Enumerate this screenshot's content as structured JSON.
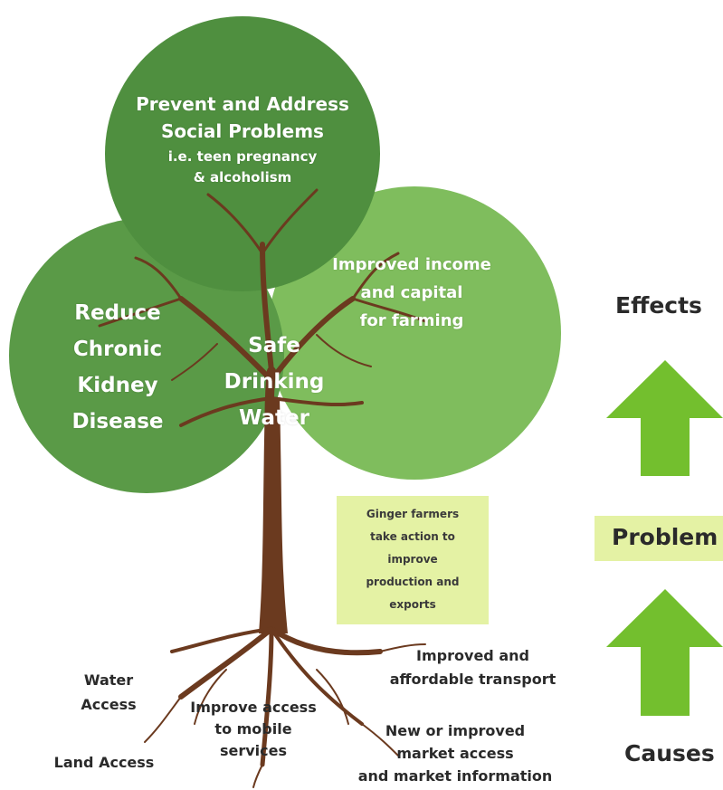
{
  "tree": {
    "top_circle": {
      "title_line1": "Prevent and Address",
      "title_line2": "Social Problems",
      "detail_line1": "i.e. teen pregnancy",
      "detail_line2": "& alcoholism"
    },
    "right_circle": {
      "line1": "Improved income",
      "line2": "and capital",
      "line3": "for farming"
    },
    "left_circle": {
      "line1": "Reduce",
      "line2": "Chronic",
      "line3": "Kidney",
      "line4": "Disease"
    },
    "center": {
      "line1": "Safe",
      "line2": "Drinking",
      "line3": "Water"
    },
    "problem_box": {
      "line1": "Ginger farmers",
      "line2": "take action to",
      "line3": "improve",
      "line4": "production and",
      "line5": "exports"
    },
    "roots": {
      "water_line1": "Water",
      "water_line2": "Access",
      "land": "Land Access",
      "mobile_line1": "Improve access",
      "mobile_line2": "to mobile",
      "mobile_line3": "services",
      "transport_line1": "Improved and",
      "transport_line2": "affordable transport",
      "market_line1": "New or improved",
      "market_line2": "market access",
      "market_line3": "and market information"
    }
  },
  "legend": {
    "effects": "Effects",
    "problem": "Problem",
    "causes": "Causes"
  },
  "colors": {
    "top_circle": "#4f8f3f",
    "left_circle": "#5a9a47",
    "right_circle": "#7fbd5d",
    "trunk": "#6b3a1f",
    "arrow": "#73bf2e",
    "problem_fill": "#e4f2a4"
  }
}
